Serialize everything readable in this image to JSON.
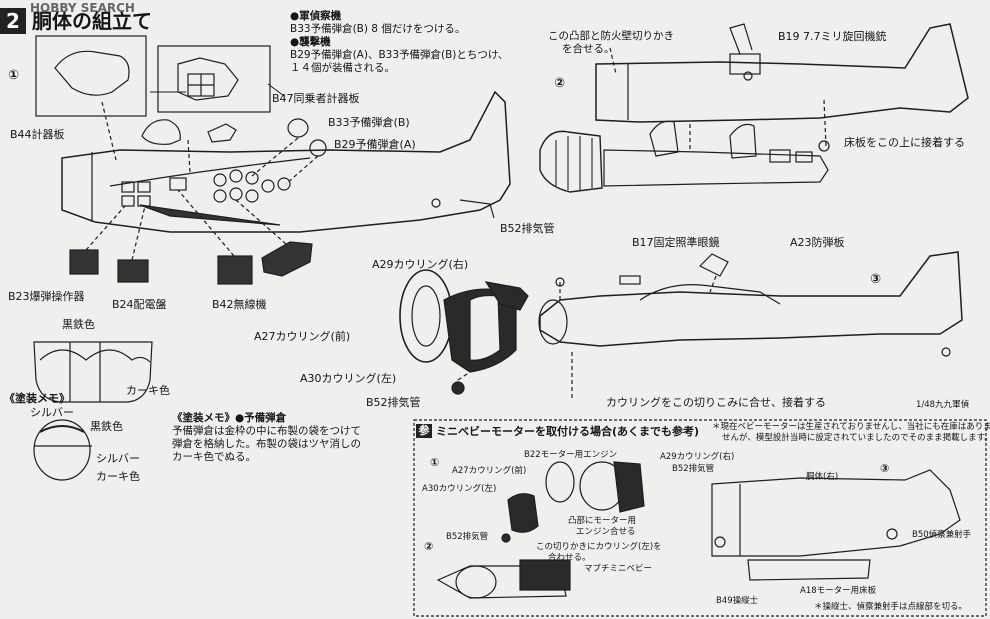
{
  "header": {
    "step_number": "2",
    "title": "胴体の組立て",
    "watermark": "HOBBY SEARCH"
  },
  "steps": {
    "s1": "①",
    "s2": "②",
    "s3": "③"
  },
  "recon_notes": {
    "recon_title": "●軍偵察機",
    "recon_body": "B33予備弾倉(B) 8 個だけをつける。",
    "attack_title": "●襲撃機",
    "attack_body_1": "B29予備弾倉(A)、B33予備弾倉(B)とちつけ、",
    "attack_body_2": "１４個が装備される。"
  },
  "labels_left": {
    "b44": "B44計器板",
    "b47": "B47同乗者計器板",
    "b33": "B33予備弾倉(B)",
    "b29": "B29予備弾倉(A)",
    "b23": "B23爆弾操作器",
    "b24": "B24配電盤",
    "b42": "B42無線機"
  },
  "paint_memo_1": {
    "title": "《塗装メモ》",
    "black_iron": "黒鉄色",
    "khaki": "カーキ色",
    "silver": "シルバー"
  },
  "paint_memo_2": {
    "black_iron": "黒鉄色",
    "silver": "シルバー",
    "khaki": "カーキ色"
  },
  "spare_mag_memo": {
    "title": "《塗装メモ》●予備弾倉",
    "body_1": "予備弾倉は金枠の中に布製の袋をつけて",
    "body_2": "弾倉を格納した。布製の袋はツヤ消しの",
    "body_3": "カーキ色でぬる。"
  },
  "labels_step2": {
    "bump_1": "この凸部と防火壁切りかき",
    "bump_2": "を合せる。",
    "b19": "B19 7.7ミリ旋回機銃",
    "floor": "床板をこの上に接着する"
  },
  "labels_step3": {
    "b52_top": "B52排気管",
    "b17": "B17固定照準眼鏡",
    "a23": "A23防弾板",
    "a29": "A29カウリング(右)",
    "a27": "A27カウリング(前)",
    "a30": "A30カウリング(左)",
    "b52_bottom": "B52排気管",
    "cowl_note": "カウリングをこの切りこみに合せ、接着する",
    "scale_note": "1/48九九軍偵"
  },
  "motor_box": {
    "badge": "参",
    "title": "ミニベビーモーターを取付ける場合(あくまでも参考)",
    "note_1": "＊現在ベビーモーターは生産されておりませんし、当社にも在庫はありま",
    "note_2": "せんが、模型設計当時に設定されていましたのでそのまま掲載します。",
    "b22": "B22モーター用エンジン",
    "a29": "A29カウリング(右)",
    "a27": "A27カウリング(前)",
    "b52a": "B52排気管",
    "a30": "A30カウリング(左)",
    "fit_1": "凸部にモーター用",
    "fit_2": "エンジン合せる",
    "cut_1": "この切りかきにカウリング(左)を",
    "cut_2": "合わせる。",
    "b52b": "B52排気管",
    "mabuchi": "マブチミニベビー",
    "fuselage_r": "胴体(右)",
    "b50": "B50偵察兼射手",
    "a18": "A18モーター用床板",
    "b49": "B49操縦士",
    "crew_note": "＊操縦士、偵察兼射手は点線部を切る。"
  }
}
